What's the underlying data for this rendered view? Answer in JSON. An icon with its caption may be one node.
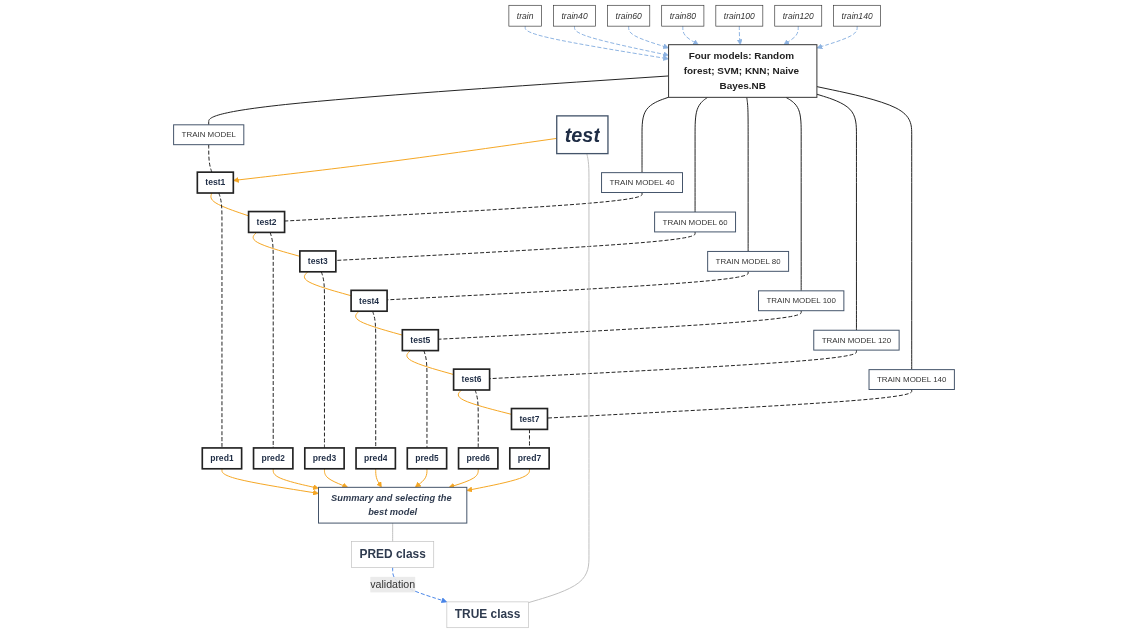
{
  "diagram": {
    "nodes": [
      {
        "text": [
          "train"
        ]
      },
      {
        "text": [
          "train40"
        ]
      },
      {
        "text": [
          "train60"
        ]
      },
      {
        "text": [
          "train80"
        ]
      },
      {
        "text": [
          "train100"
        ]
      },
      {
        "text": [
          "train120"
        ]
      },
      {
        "text": [
          "train140"
        ]
      },
      {
        "text": [
          "Four models: Random forest; SVM; KNN; Naive Bayes.NB"
        ]
      },
      {
        "text": [
          "TRAIN MODEL"
        ]
      },
      {
        "text": [
          "TRAIN MODEL 40"
        ]
      },
      {
        "text": [
          "TRAIN MODEL 60"
        ]
      },
      {
        "text": [
          "TRAIN MODEL 80"
        ]
      },
      {
        "text": [
          "TRAIN MODEL 100"
        ]
      },
      {
        "text": [
          "TRAIN MODEL 120"
        ]
      },
      {
        "text": [
          "TRAIN MODEL 140"
        ]
      },
      {
        "text": [
          "test"
        ]
      },
      {
        "text": [
          "test1"
        ]
      },
      {
        "text": [
          "test2"
        ]
      },
      {
        "text": [
          "test3"
        ]
      },
      {
        "text": [
          "test4"
        ]
      },
      {
        "text": [
          "test5"
        ]
      },
      {
        "text": [
          "test6"
        ]
      },
      {
        "text": [
          "test7"
        ]
      },
      {
        "text": [
          "TRUE class"
        ]
      },
      {
        "text": [
          "pred1"
        ]
      },
      {
        "text": [
          "pred2"
        ]
      },
      {
        "text": [
          "pred3"
        ]
      },
      {
        "text": [
          "pred4"
        ]
      },
      {
        "text": [
          "pred5"
        ]
      },
      {
        "text": [
          "pred6"
        ]
      },
      {
        "text": [
          "pred7"
        ]
      },
      {
        "text": [
          "Summary and selecting the best model"
        ]
      },
      {
        "text": [
          "PRED class"
        ]
      }
    ],
    "edges": [
      {
        "from": 0,
        "to": 7,
        "arrow": "to",
        "style": "dashed",
        "color": "#8db3e2"
      },
      {
        "from": 1,
        "to": 7,
        "arrow": "to",
        "style": "dashed",
        "color": "#8db3e2"
      },
      {
        "from": 2,
        "to": 7,
        "arrow": "to",
        "style": "dashed",
        "color": "#8db3e2"
      },
      {
        "from": 3,
        "to": 7,
        "arrow": "to",
        "style": "dashed",
        "color": "#8db3e2"
      },
      {
        "from": 4,
        "to": 7,
        "arrow": "to",
        "style": "dashed",
        "color": "#8db3e2"
      },
      {
        "from": 5,
        "to": 7,
        "arrow": "to",
        "style": "dashed",
        "color": "#8db3e2"
      },
      {
        "from": 6,
        "to": 7,
        "arrow": "to",
        "style": "dashed",
        "color": "#8db3e2"
      },
      {
        "from": 7,
        "to": 8,
        "arrow": "none"
      },
      {
        "from": 7,
        "to": 9,
        "arrow": "none"
      },
      {
        "from": 7,
        "to": 10,
        "arrow": "none"
      },
      {
        "from": 7,
        "to": 11,
        "arrow": "none"
      },
      {
        "from": 7,
        "to": 12,
        "arrow": "none"
      },
      {
        "from": 7,
        "to": 13,
        "arrow": "none"
      },
      {
        "from": 7,
        "to": 14,
        "arrow": "none"
      },
      {
        "from": 8,
        "to": 16,
        "arrow": "none",
        "style": "dashed"
      },
      {
        "from": 9,
        "to": 17,
        "arrow": "none",
        "style": "dashed"
      },
      {
        "from": 10,
        "to": 18,
        "arrow": "none",
        "style": "dashed"
      },
      {
        "from": 11,
        "to": 19,
        "arrow": "none",
        "style": "dashed"
      },
      {
        "from": 12,
        "to": 20,
        "arrow": "none",
        "style": "dashed"
      },
      {
        "from": 13,
        "to": 21,
        "arrow": "none",
        "style": "dashed"
      },
      {
        "from": 14,
        "to": 22,
        "arrow": "none",
        "style": "dashed"
      },
      {
        "from": 15,
        "to": 16,
        "arrow": "to",
        "color": "#f5a623"
      },
      {
        "from": 16,
        "to": 17,
        "arrow": "none",
        "color": "#f5a623"
      },
      {
        "from": 17,
        "to": 18,
        "arrow": "none",
        "color": "#f5a623"
      },
      {
        "from": 18,
        "to": 19,
        "arrow": "none",
        "color": "#f5a623"
      },
      {
        "from": 19,
        "to": 20,
        "arrow": "none",
        "color": "#f5a623"
      },
      {
        "from": 20,
        "to": 21,
        "arrow": "none",
        "color": "#f5a623"
      },
      {
        "from": 21,
        "to": 22,
        "arrow": "none",
        "color": "#f5a623"
      },
      {
        "from": 15,
        "to": 23,
        "arrow": "none",
        "color": "#bfbfbf"
      },
      {
        "from": 16,
        "to": 24,
        "arrow": "none",
        "style": "dashed"
      },
      {
        "from": 17,
        "to": 25,
        "arrow": "none",
        "style": "dashed"
      },
      {
        "from": 18,
        "to": 26,
        "arrow": "none",
        "style": "dashed"
      },
      {
        "from": 19,
        "to": 27,
        "arrow": "none",
        "style": "dashed"
      },
      {
        "from": 20,
        "to": 28,
        "arrow": "none",
        "style": "dashed"
      },
      {
        "from": 21,
        "to": 29,
        "arrow": "none",
        "style": "dashed"
      },
      {
        "from": 22,
        "to": 30,
        "arrow": "none",
        "style": "dashed"
      },
      {
        "from": 24,
        "to": 31,
        "arrow": "to",
        "color": "#f5a623"
      },
      {
        "from": 25,
        "to": 31,
        "arrow": "to",
        "color": "#f5a623"
      },
      {
        "from": 26,
        "to": 31,
        "arrow": "to",
        "color": "#f5a623"
      },
      {
        "from": 27,
        "to": 31,
        "arrow": "to",
        "color": "#f5a623"
      },
      {
        "from": 28,
        "to": 31,
        "arrow": "to",
        "color": "#f5a623"
      },
      {
        "from": 29,
        "to": 31,
        "arrow": "to",
        "color": "#f5a623"
      },
      {
        "from": 30,
        "to": 31,
        "arrow": "to",
        "color": "#f5a623"
      },
      {
        "from": 31,
        "to": 32,
        "arrow": "none",
        "color": "#bfbfbf"
      },
      {
        "from": 32,
        "to": 23,
        "arrow": "to",
        "style": "dashed",
        "color": "#4a86e8",
        "label": "validation"
      }
    ]
  }
}
